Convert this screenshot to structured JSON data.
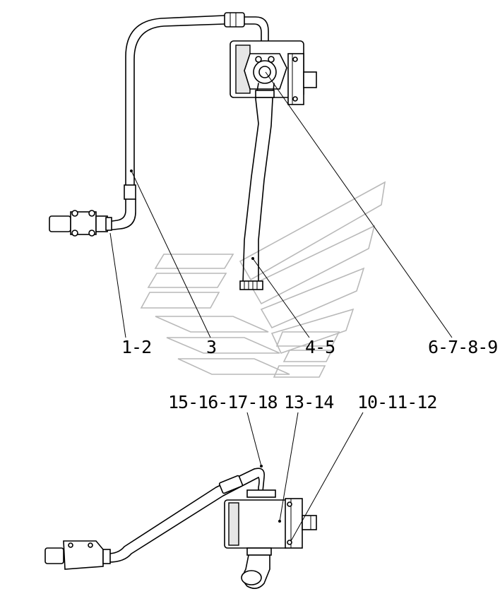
{
  "callouts": {
    "upper": [
      {
        "label": "1-2"
      },
      {
        "label": "3"
      },
      {
        "label": "4-5"
      },
      {
        "label": "6-7-8-9"
      }
    ],
    "lower": [
      {
        "label": "15-16-17-18"
      },
      {
        "label": "13-14"
      },
      {
        "label": "10-11-12"
      }
    ]
  }
}
